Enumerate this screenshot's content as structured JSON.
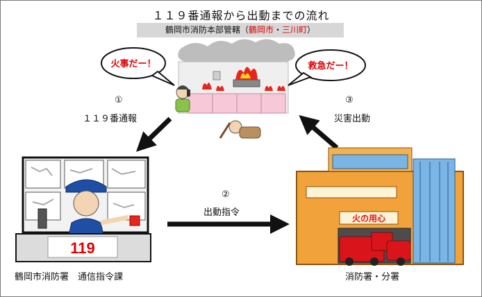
{
  "title": "１１９番通報から出動までの流れ",
  "subtitle": {
    "prefix": "鶴岡市消防本部管轄（",
    "red1": "鶴岡市",
    "sep": "・",
    "red2": "三川町",
    "suffix": "）"
  },
  "speech": {
    "left": "火事だー！",
    "right": "救急だー！"
  },
  "steps": [
    {
      "number": "①",
      "label": "１１９番通報"
    },
    {
      "number": "②",
      "label": "出動指令"
    },
    {
      "number": "③",
      "label": "災害出動"
    }
  ],
  "command_center": {
    "label": "鶴岡市消防署　通信指令課",
    "desk_number": "119"
  },
  "fire_station": {
    "label": "消防署・分署",
    "sign": "火の用心"
  },
  "colors": {
    "speech_text": "#e00000",
    "building_orange": "#f2a23a",
    "truck_red": "#d9151b",
    "uniform_blue": "#1e4fa5",
    "house_pink": "#f6c8d8"
  }
}
